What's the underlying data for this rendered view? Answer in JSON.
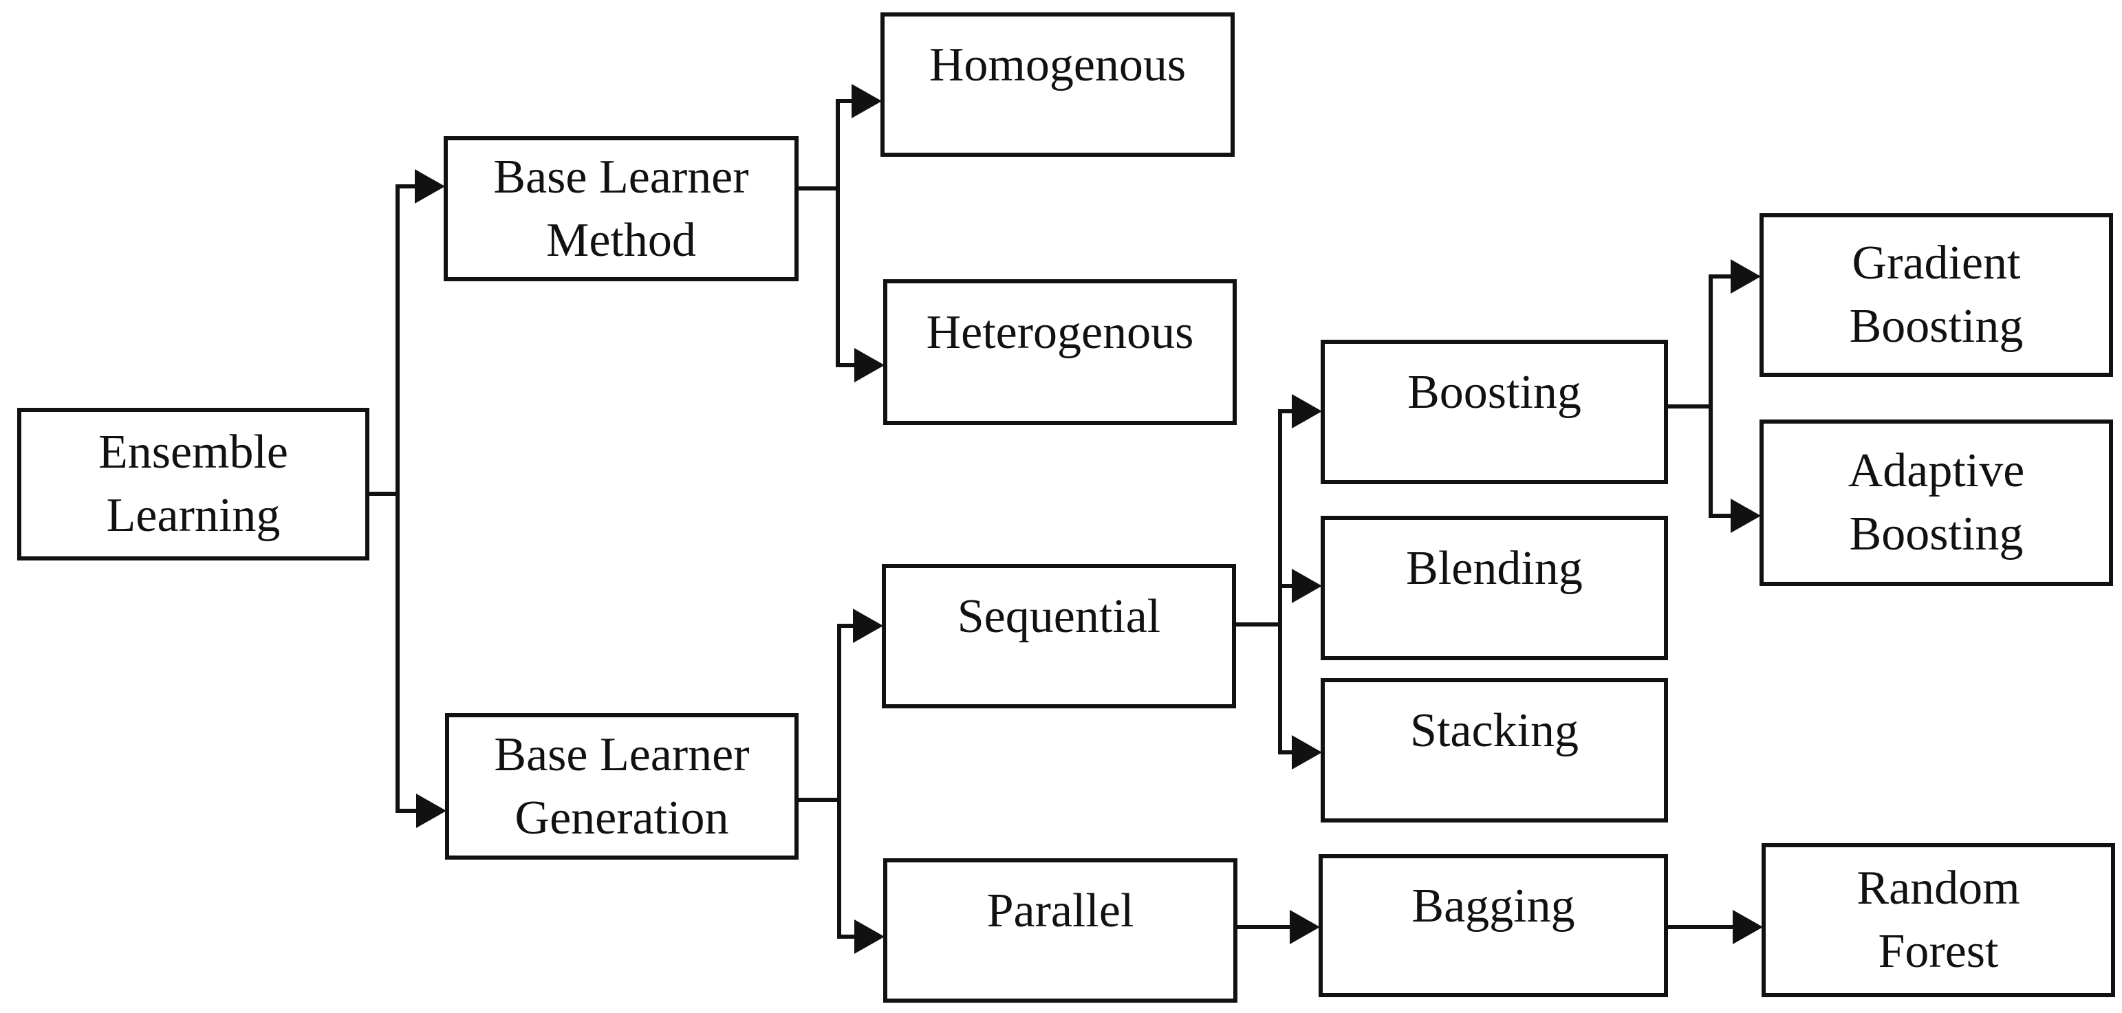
{
  "colors": {
    "ink": "#111111",
    "background": "#ffffff"
  },
  "nodes": {
    "ensemble_learning": {
      "lines": [
        "Ensemble",
        "Learning"
      ]
    },
    "base_learner_method": {
      "lines": [
        "Base Learner",
        "Method"
      ]
    },
    "homogenous": {
      "lines": [
        "Homogenous"
      ]
    },
    "heterogenous": {
      "lines": [
        "Heterogenous"
      ]
    },
    "base_learner_generation": {
      "lines": [
        "Base Learner",
        "Generation"
      ]
    },
    "sequential": {
      "lines": [
        "Sequential"
      ]
    },
    "parallel": {
      "lines": [
        "Parallel"
      ]
    },
    "boosting": {
      "lines": [
        "Boosting"
      ]
    },
    "blending": {
      "lines": [
        "Blending"
      ]
    },
    "stacking": {
      "lines": [
        "Stacking"
      ]
    },
    "bagging": {
      "lines": [
        "Bagging"
      ]
    },
    "gradient_boosting": {
      "lines": [
        "Gradient",
        "Boosting"
      ]
    },
    "adaptive_boosting": {
      "lines": [
        "Adaptive",
        "Boosting"
      ]
    },
    "random_forest": {
      "lines": [
        "Random",
        "Forest"
      ]
    }
  },
  "edges": [
    {
      "from": "ensemble_learning",
      "to": "base_learner_method"
    },
    {
      "from": "ensemble_learning",
      "to": "base_learner_generation"
    },
    {
      "from": "base_learner_method",
      "to": "homogenous"
    },
    {
      "from": "base_learner_method",
      "to": "heterogenous"
    },
    {
      "from": "base_learner_generation",
      "to": "sequential"
    },
    {
      "from": "base_learner_generation",
      "to": "parallel"
    },
    {
      "from": "sequential",
      "to": "boosting"
    },
    {
      "from": "sequential",
      "to": "blending"
    },
    {
      "from": "sequential",
      "to": "stacking"
    },
    {
      "from": "boosting",
      "to": "gradient_boosting"
    },
    {
      "from": "boosting",
      "to": "adaptive_boosting"
    },
    {
      "from": "parallel",
      "to": "bagging"
    },
    {
      "from": "bagging",
      "to": "random_forest"
    }
  ]
}
